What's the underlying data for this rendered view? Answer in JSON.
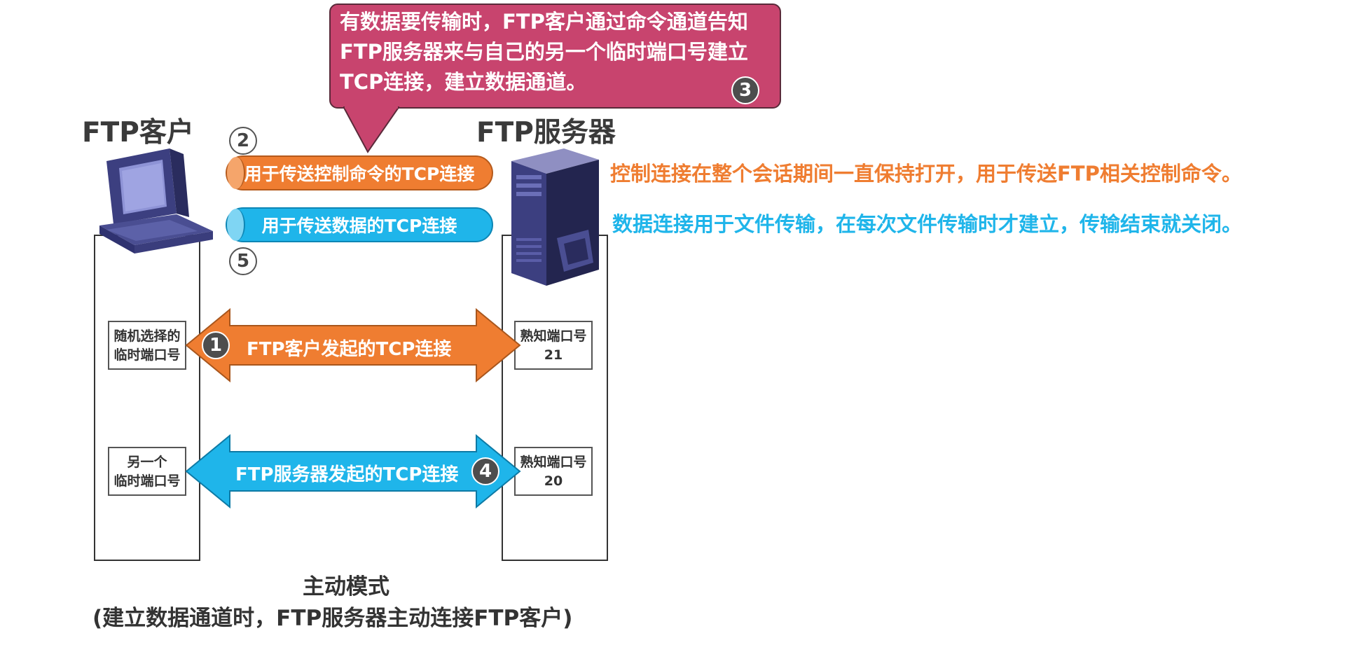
{
  "callout": {
    "text": "有数据要传输时，FTP客户通过命令通道告知FTP服务器来与自己的另一个临时端口号建立TCP连接，建立数据通道。",
    "step": "3"
  },
  "client": {
    "title": "FTP客户"
  },
  "server": {
    "title": "FTP服务器"
  },
  "pipes": {
    "control": {
      "label": "用于传送控制命令的TCP连接",
      "step": "2"
    },
    "data": {
      "label": "用于传送数据的TCP连接",
      "step": "5"
    }
  },
  "connections": {
    "control": {
      "label": "FTP客户发起的TCP连接",
      "step": "1",
      "color": "#ef7d31"
    },
    "data": {
      "label": "FTP服务器发起的TCP连接",
      "step": "4",
      "color": "#1fb5ea"
    }
  },
  "ports": {
    "client_control": [
      "随机选择的",
      "临时端口号"
    ],
    "client_data": [
      "另一个",
      "临时端口号"
    ],
    "server_control": [
      "熟知端口号",
      "21"
    ],
    "server_data": [
      "熟知端口号",
      "20"
    ]
  },
  "notes": {
    "control": "控制连接在整个会话期间一直保持打开，用于传送FTP相关控制命令。",
    "data": "数据连接用于文件传输，在每次文件传输时才建立，传输结束就关闭。"
  },
  "caption": {
    "title": "主动模式",
    "subtitle": "(建立数据通道时，FTP服务器主动连接FTP客户)"
  },
  "colors": {
    "callout": "#c8446e",
    "control": "#ef7d31",
    "data": "#1fb5ea"
  },
  "icons": {
    "client": "computer-icon",
    "server": "server-tower-icon"
  }
}
